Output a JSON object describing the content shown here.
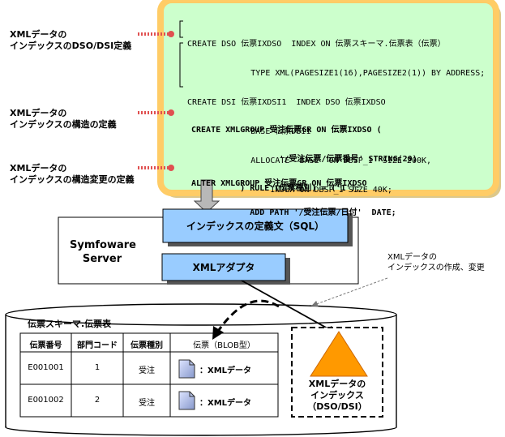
{
  "labels": {
    "dso_dsi": [
      "XMLデータの",
      "インデックスのDSO/DSI定義"
    ],
    "struct": [
      "XMLデータの",
      "インデックスの構造の定義"
    ],
    "struct_change": [
      "XMLデータの",
      "インデックスの構造変更の定義"
    ]
  },
  "sql": {
    "dso": [
      "CREATE DSO 伝票IXDSO  INDEX ON 伝票スキーマ.伝票表（伝票）",
      "             TYPE XML(PAGESIZE1(16),PAGESIZE2(1)) BY ADDRESS;",
      "CREATE DSI 伝票IXDSI1  INDEX DSO 伝票IXDSO",
      "             BASE 伝票DSI1",
      "             ALLOCATE  BASE  ON DBSP_1  SIZE 200K,",
      "                 INDEX ON DBSP_1 SIZE 40K;"
    ],
    "group": [
      "CREATE XMLGROUP 受注伝票GR ON 伝票IXDSO (",
      "                  '/受注伝票/伝票番号' STRING(20)",
      "          ) RULE (伝票種別) = ('1');"
    ],
    "alter": [
      "ALTER XMLGROUP 受注伝票GR ON 伝票IXDSO",
      "            ADD PATH '/受注伝票/日付'  DATE;"
    ]
  },
  "server": {
    "name": [
      "Symfoware",
      "Server"
    ],
    "sql_def": "インデックスの定義文（SQL）",
    "adapter": "XMLアダプタ"
  },
  "callout": [
    "XMLデータの",
    "インデックスの作成、変更"
  ],
  "db": {
    "title": "伝票スキーマ.伝票表",
    "headers": [
      "伝票番号",
      "部門コード",
      "伝票種別",
      "伝票（BLOB型）"
    ],
    "rows": [
      {
        "id": "E001001",
        "dept": "1",
        "kind": "受注",
        "doc": "：XMLデータ"
      },
      {
        "id": "E001002",
        "dept": "2",
        "kind": "受注",
        "doc": "：XMLデータ"
      }
    ],
    "index_label": [
      "XMLデータの",
      "インデックス",
      "（DSO/DSI）"
    ]
  },
  "colors": {
    "code_box": "#ccffcc",
    "code_box_border": "#ffcc66",
    "blue_box": "#99ccff",
    "triangle": "#ff9900",
    "dots": "#e05050",
    "doc_icon": "#99aadd"
  }
}
